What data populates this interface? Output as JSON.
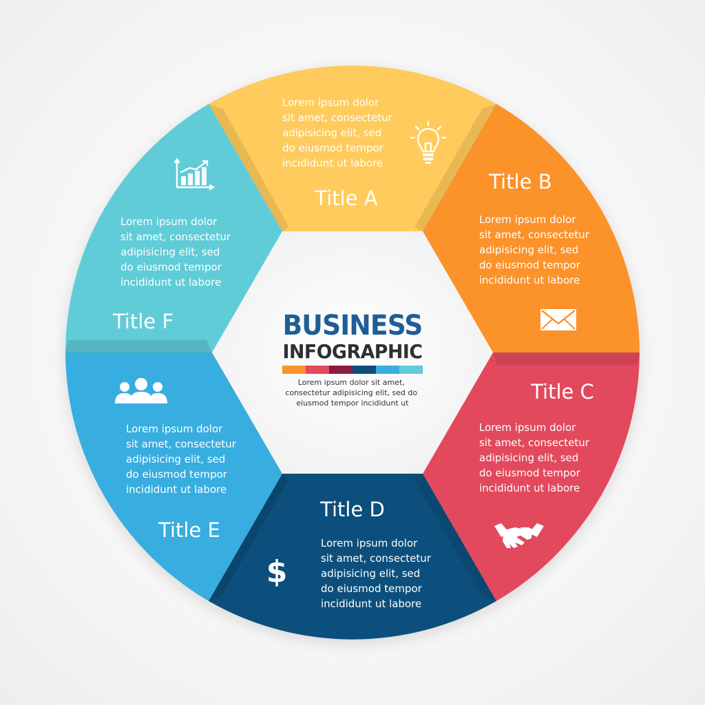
{
  "colors": {
    "A": "#ffcb5c",
    "B": "#fb922b",
    "C": "#e24a5d",
    "D": "#0c4f7c",
    "E": "#39ade0",
    "F": "#60ccd8",
    "bar": [
      "#fb922b",
      "#e24a5d",
      "#8a1c44",
      "#0c4f7c",
      "#39ade0",
      "#60ccd8"
    ]
  },
  "center": {
    "title_line1": "BUSINESS",
    "title_line2": "INFOGRAPHIC",
    "body": [
      "Lorem ipsum dolor sit amet,",
      "consectetur adipisicing elit, sed do",
      "eiusmod tempor incididunt ut"
    ]
  },
  "segments": [
    {
      "id": "A",
      "title": "Title A",
      "icon": "lightbulb-icon",
      "body": [
        "Lorem ipsum dolor",
        "sit amet, consectetur",
        "adipisicing elit, sed",
        "do eiusmod tempor",
        "incididunt ut labore"
      ]
    },
    {
      "id": "B",
      "title": "Title B",
      "icon": "envelope-icon",
      "body": [
        "Lorem ipsum dolor",
        "sit amet, consectetur",
        "adipisicing elit, sed",
        "do eiusmod tempor",
        "incididunt ut labore"
      ]
    },
    {
      "id": "C",
      "title": "Title C",
      "icon": "handshake-icon",
      "body": [
        "Lorem ipsum dolor",
        "sit amet, consectetur",
        "adipisicing elit, sed",
        "do eiusmod tempor",
        "incididunt ut labore"
      ]
    },
    {
      "id": "D",
      "title": "Title D",
      "icon": "dollar-icon",
      "icon_text": "$",
      "body": [
        "Lorem ipsum dolor",
        "sit amet, consectetur",
        "adipisicing elit, sed",
        "do eiusmod tempor",
        "incididunt ut labore"
      ]
    },
    {
      "id": "E",
      "title": "Title E",
      "icon": "people-group-icon",
      "body": [
        "Lorem ipsum dolor",
        "sit amet, consectetur",
        "adipisicing elit, sed",
        "do eiusmod tempor",
        "incididunt ut labore"
      ]
    },
    {
      "id": "F",
      "title": "Title F",
      "icon": "bar-chart-icon",
      "body": [
        "Lorem ipsum dolor",
        "sit amet, consectetur",
        "adipisicing elit, sed",
        "do eiusmod tempor",
        "incididunt ut labore"
      ]
    }
  ]
}
